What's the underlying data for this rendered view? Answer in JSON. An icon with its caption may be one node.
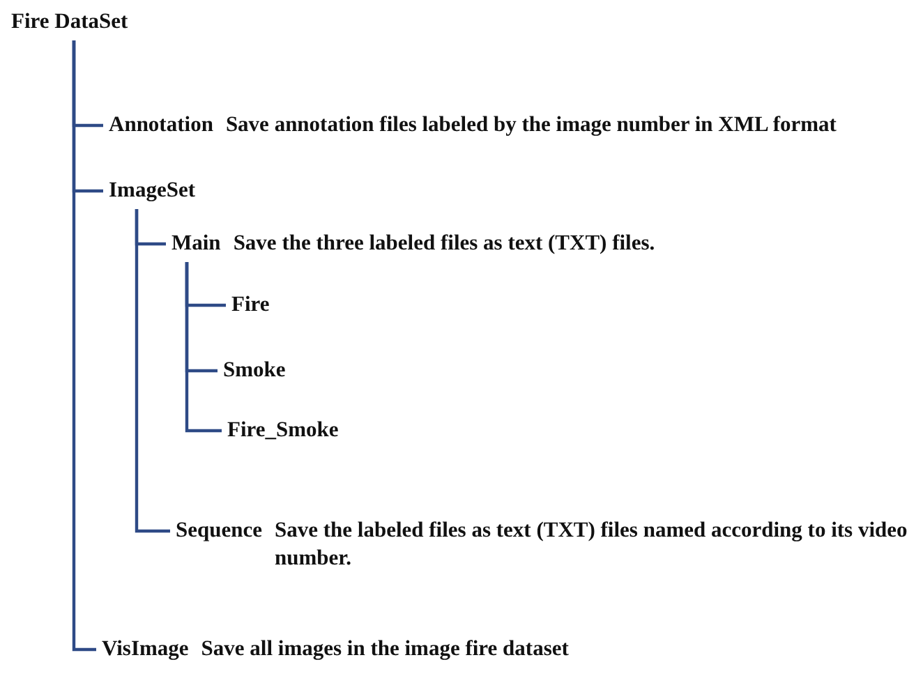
{
  "diagram": {
    "nodes": [
      {
        "text": [
          "Fire DataSet"
        ]
      },
      {
        "text": [
          "Annotation",
          "Save annotation files labeled by the image number in XML format"
        ]
      },
      {
        "text": [
          "ImageSet"
        ]
      },
      {
        "text": [
          "Main",
          "Save the three labeled files as text (TXT) files."
        ]
      },
      {
        "text": [
          "Fire"
        ]
      },
      {
        "text": [
          "Smoke"
        ]
      },
      {
        "text": [
          "Fire_Smoke"
        ]
      },
      {
        "text": [
          "Sequence",
          "Save the labeled files as text (TXT) files named according to its video number."
        ]
      },
      {
        "text": [
          "VisImage",
          "Save all images in the image fire dataset"
        ]
      }
    ],
    "edges": [
      {
        "from": 0,
        "to": 1,
        "arrow": "none"
      },
      {
        "from": 0,
        "to": 2,
        "arrow": "none"
      },
      {
        "from": 2,
        "to": 3,
        "arrow": "none"
      },
      {
        "from": 3,
        "to": 4,
        "arrow": "none"
      },
      {
        "from": 3,
        "to": 5,
        "arrow": "none"
      },
      {
        "from": 3,
        "to": 6,
        "arrow": "none"
      },
      {
        "from": 2,
        "to": 7,
        "arrow": "none"
      },
      {
        "from": 0,
        "to": 8,
        "arrow": "none"
      }
    ]
  }
}
